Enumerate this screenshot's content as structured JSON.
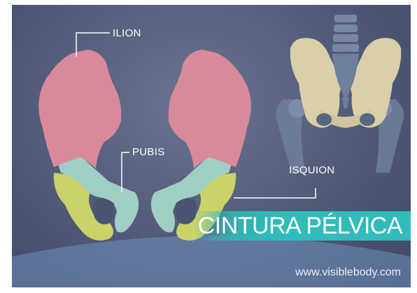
{
  "labels": {
    "ilion": "ILION",
    "pubis": "PUBIS",
    "isquion": "ISQUION"
  },
  "banner": {
    "title": "CINTURA PÉLVICA"
  },
  "footer": {
    "site": "www.visiblebody.com"
  },
  "colors": {
    "ilion": "#d98a9a",
    "pubis": "#9fcfc4",
    "isquion": "#c9d36a",
    "pelvis_bone": "#d9cfa8",
    "spine_and_femur": "#6f7f9e",
    "banner": "#2fbcba",
    "background": "#555e7b"
  }
}
